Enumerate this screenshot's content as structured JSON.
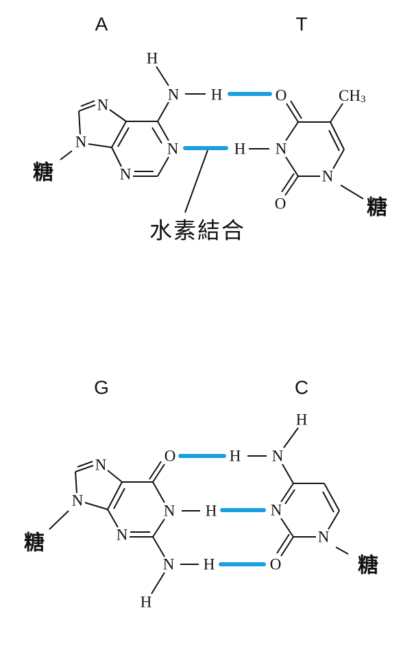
{
  "pairs": [
    {
      "left_base": "A",
      "right_base": "T"
    },
    {
      "left_base": "G",
      "right_base": "C"
    }
  ],
  "atoms": {
    "N": "N",
    "H": "H",
    "O": "O",
    "C": "C",
    "CH": "CH",
    "sub3": "3"
  },
  "sugar_label": "糖",
  "hydrogen_bond_label": "水素結合",
  "colors": {
    "hydrogen_bond": "#1a9fe0",
    "bond": "#111111"
  }
}
